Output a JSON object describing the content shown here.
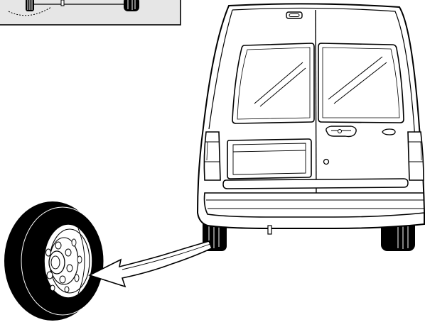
{
  "figure": {
    "kind": "technical-line-illustration",
    "subject": "van-rear-view-spare-wheel-location",
    "colors": {
      "ink": "#000000",
      "paper": "#ffffff",
      "inset_background": "#e6e6e6"
    },
    "parts": [
      "inset-detail-panel",
      "van-body",
      "rear-window-left",
      "rear-window-right",
      "number-plate-recess",
      "door-handle",
      "keyhole",
      "left-tail-lamp",
      "right-tail-lamp",
      "rear-bumper",
      "rear-tyres",
      "spare-wheel",
      "callout-arrow"
    ]
  }
}
